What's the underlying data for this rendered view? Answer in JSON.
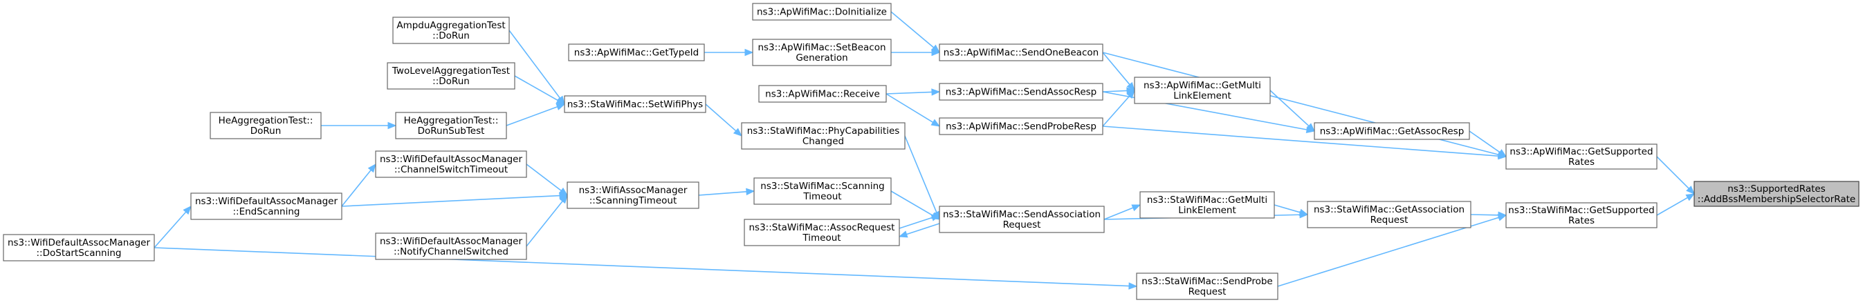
{
  "nodes": {
    "target": {
      "lines": [
        "ns3::SupportedRates",
        "::AddBssMembershipSelectorRate"
      ]
    },
    "ap_getsupported": {
      "lines": [
        "ns3::ApWifiMac::GetSupported",
        "Rates"
      ]
    },
    "sta_getsupported": {
      "lines": [
        "ns3::StaWifiMac::GetSupported",
        "Rates"
      ]
    },
    "ap_sendonebeacon": {
      "lines": [
        "ns3::ApWifiMac::SendOneBeacon"
      ]
    },
    "ap_getmultilink": {
      "lines": [
        "ns3::ApWifiMac::GetMulti",
        "LinkElement"
      ]
    },
    "ap_getassocresp": {
      "lines": [
        "ns3::ApWifiMac::GetAssocResp"
      ]
    },
    "ap_sendproberesp": {
      "lines": [
        "ns3::ApWifiMac::SendProbeResp"
      ]
    },
    "ap_doinitialize": {
      "lines": [
        "ns3::ApWifiMac::DoInitialize"
      ]
    },
    "ap_setbeacongen": {
      "lines": [
        "ns3::ApWifiMac::SetBeacon",
        "Generation"
      ]
    },
    "ap_gettypeid": {
      "lines": [
        "ns3::ApWifiMac::GetTypeId"
      ]
    },
    "ap_sendassocresp": {
      "lines": [
        "ns3::ApWifiMac::SendAssocResp"
      ]
    },
    "ap_receive": {
      "lines": [
        "ns3::ApWifiMac::Receive"
      ]
    },
    "sta_getassocreq": {
      "lines": [
        "ns3::StaWifiMac::GetAssociation",
        "Request"
      ]
    },
    "sta_sendproberequest": {
      "lines": [
        "ns3::StaWifiMac::SendProbe",
        "Request"
      ]
    },
    "sta_getmultilink": {
      "lines": [
        "ns3::StaWifiMac::GetMulti",
        "LinkElement"
      ]
    },
    "sta_sendassocreq": {
      "lines": [
        "ns3::StaWifiMac::SendAssociation",
        "Request"
      ]
    },
    "sta_phycap": {
      "lines": [
        "ns3::StaWifiMac::PhyCapabilities",
        "Changed"
      ]
    },
    "sta_scanningtimeout": {
      "lines": [
        "ns3::StaWifiMac::Scanning",
        "Timeout"
      ]
    },
    "sta_assocreqtimeout": {
      "lines": [
        "ns3::StaWifiMac::AssocRequest",
        "Timeout"
      ]
    },
    "sta_setwifiphys": {
      "lines": [
        "ns3::StaWifiMac::SetWifiPhys"
      ]
    },
    "wam_scanningtimeout": {
      "lines": [
        "ns3::WifiAssocManager",
        "::ScanningTimeout"
      ]
    },
    "ampdu_dorun": {
      "lines": [
        "AmpduAggregationTest",
        "::DoRun"
      ]
    },
    "twolevel_dorun": {
      "lines": [
        "TwoLevelAggregationTest",
        "::DoRun"
      ]
    },
    "he_subtest": {
      "lines": [
        "HeAggregationTest::",
        "DoRunSubTest"
      ]
    },
    "he_dorun": {
      "lines": [
        "HeAggregationTest::",
        "DoRun"
      ]
    },
    "wdam_chswitch": {
      "lines": [
        "ns3::WifiDefaultAssocManager",
        "::ChannelSwitchTimeout"
      ]
    },
    "wdam_endscanning": {
      "lines": [
        "ns3::WifiDefaultAssocManager",
        "::EndScanning"
      ]
    },
    "wdam_notify": {
      "lines": [
        "ns3::WifiDefaultAssocManager",
        "::NotifyChannelSwitched"
      ]
    },
    "wdam_dostart": {
      "lines": [
        "ns3::WifiDefaultAssocManager",
        "::DoStartScanning"
      ]
    }
  },
  "edges": [
    [
      "ap_getsupported",
      "target"
    ],
    [
      "sta_getsupported",
      "target"
    ],
    [
      "ap_sendonebeacon",
      "ap_getsupported"
    ],
    [
      "ap_getassocresp",
      "ap_getsupported"
    ],
    [
      "ap_sendproberesp",
      "ap_getsupported"
    ],
    [
      "sta_getassocreq",
      "sta_getsupported"
    ],
    [
      "sta_sendproberequest",
      "sta_getsupported"
    ],
    [
      "ap_sendonebeacon",
      "ap_getmultilink"
    ],
    [
      "ap_getmultilink",
      "ap_getassocresp"
    ],
    [
      "ap_sendassocresp",
      "ap_getassocresp"
    ],
    [
      "ap_doinitialize",
      "ap_sendonebeacon"
    ],
    [
      "ap_setbeacongen",
      "ap_sendonebeacon"
    ],
    [
      "ap_gettypeid",
      "ap_setbeacongen"
    ],
    [
      "ap_sendassocresp",
      "ap_getmultilink"
    ],
    [
      "ap_sendproberesp",
      "ap_getmultilink"
    ],
    [
      "ap_receive",
      "ap_sendassocresp"
    ],
    [
      "ap_receive",
      "ap_sendproberesp"
    ],
    [
      "sta_getmultilink",
      "sta_getassocreq"
    ],
    [
      "sta_sendassocreq",
      "sta_getmultilink"
    ],
    [
      "sta_sendassocreq",
      "sta_getassocreq"
    ],
    [
      "sta_phycap",
      "sta_sendassocreq"
    ],
    [
      "sta_scanningtimeout",
      "sta_sendassocreq"
    ],
    [
      "sta_assocreqtimeout",
      "sta_sendassocreq"
    ],
    [
      "sta_sendassocreq",
      "sta_assocreqtimeout"
    ],
    [
      "sta_setwifiphys",
      "sta_phycap"
    ],
    [
      "wam_scanningtimeout",
      "sta_scanningtimeout"
    ],
    [
      "ampdu_dorun",
      "sta_setwifiphys"
    ],
    [
      "twolevel_dorun",
      "sta_setwifiphys"
    ],
    [
      "he_subtest",
      "sta_setwifiphys"
    ],
    [
      "he_dorun",
      "he_subtest"
    ],
    [
      "wdam_chswitch",
      "wam_scanningtimeout"
    ],
    [
      "wdam_endscanning",
      "wam_scanningtimeout"
    ],
    [
      "wdam_notify",
      "wam_scanningtimeout"
    ],
    [
      "wdam_endscanning",
      "wdam_chswitch"
    ],
    [
      "wdam_dostart",
      "wdam_endscanning"
    ],
    [
      "wdam_dostart",
      "sta_sendproberequest"
    ]
  ],
  "colors": {
    "edge": "#63b8ff",
    "highlight_fill": "#bfbfbf"
  }
}
